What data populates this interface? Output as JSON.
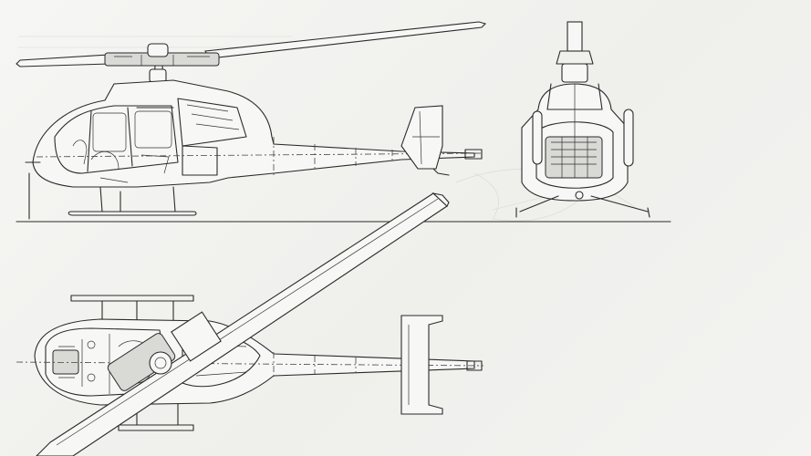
{
  "drawing": {
    "views": [
      {
        "id": "side",
        "name": "side-elevation"
      },
      {
        "id": "front",
        "name": "front-elevation"
      },
      {
        "id": "top",
        "name": "plan-view"
      }
    ],
    "colors": {
      "line": "#2a2a2a",
      "paper": "#f3f3f1",
      "shade": "#d9d9d6"
    }
  }
}
